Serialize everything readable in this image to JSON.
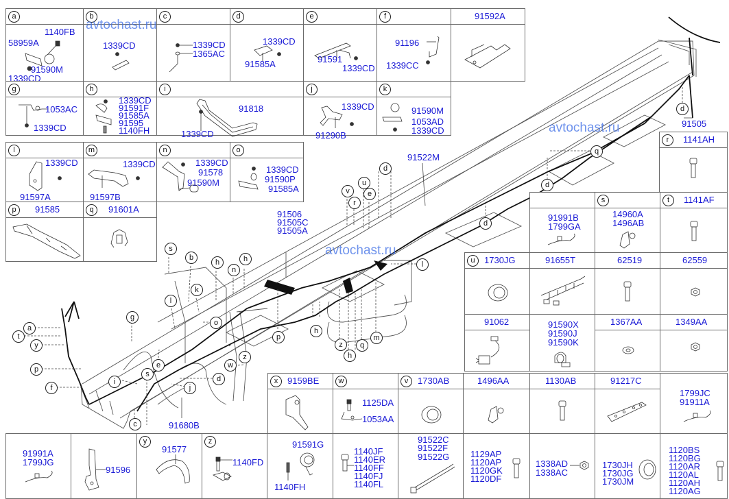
{
  "watermark": "avtochast.ru",
  "colors": {
    "part_number": "#1a1ad6",
    "line": "#222222",
    "border": "#6a6a6a"
  },
  "cells": {
    "a": {
      "letter": "a",
      "parts": [
        "58959A",
        "91590M",
        "1339CD",
        "1140FB"
      ]
    },
    "b": {
      "letter": "b",
      "parts": [
        "1339CD"
      ]
    },
    "c": {
      "letter": "c",
      "parts": [
        "1339CD",
        "1365AC"
      ]
    },
    "d": {
      "letter": "d",
      "parts": [
        "1339CD",
        "91585A"
      ]
    },
    "e": {
      "letter": "e",
      "parts": [
        "91591",
        "1339CD"
      ]
    },
    "f": {
      "letter": "f",
      "parts": [
        "91196",
        "1339CC"
      ]
    },
    "f2": {
      "title": "91592A"
    },
    "g": {
      "letter": "g",
      "parts": [
        "1053AC",
        "1339CD"
      ]
    },
    "h": {
      "letter": "h",
      "parts": [
        "1339CD",
        "91591F",
        "91585A",
        "91595",
        "1140FH"
      ]
    },
    "i": {
      "letter": "i",
      "parts": [
        "91818",
        "1339CD"
      ]
    },
    "j": {
      "letter": "j",
      "parts": [
        "1339CD",
        "91290B"
      ]
    },
    "k": {
      "letter": "k",
      "parts": [
        "91590M",
        "1053AD",
        "1339CD"
      ]
    },
    "l": {
      "letter": "l",
      "parts": [
        "1339CD",
        "91597A"
      ]
    },
    "m": {
      "letter": "m",
      "parts": [
        "1339CD",
        "91597B"
      ]
    },
    "n": {
      "letter": "n",
      "parts": [
        "1339CD",
        "91578",
        "91590M"
      ]
    },
    "o": {
      "letter": "o",
      "parts": [
        "1339CD",
        "91590P",
        "91585A"
      ]
    },
    "p": {
      "letter": "p",
      "title": "91585"
    },
    "q": {
      "letter": "q",
      "title": "91601A"
    },
    "r": {
      "letter": "r",
      "title": "1141AH"
    },
    "s0": {
      "parts": [
        "91991B",
        "1799GA"
      ]
    },
    "s": {
      "letter": "s",
      "parts": [
        "14960A",
        "1496AB"
      ]
    },
    "t": {
      "letter": "t",
      "title": "1141AF"
    },
    "u": {
      "letter": "u",
      "title": "1730JG"
    },
    "u2": {
      "title": "91655T"
    },
    "u3": {
      "title": "62519"
    },
    "u4": {
      "title": "62559"
    },
    "r2a": {
      "title": "91062"
    },
    "r2b": {
      "parts": [
        "91590X",
        "91590J",
        "91590K"
      ]
    },
    "r2c": {
      "title": "1367AA"
    },
    "r2d": {
      "title": "1349AA"
    },
    "x": {
      "letter": "x",
      "title": "9159BE"
    },
    "w": {
      "letter": "w",
      "parts": [
        "1125DA",
        "1053AA"
      ]
    },
    "v": {
      "letter": "v",
      "title": "1730AB"
    },
    "v2": {
      "title": "1496AA"
    },
    "v3": {
      "title": "1130AB"
    },
    "v4": {
      "title": "91217C"
    },
    "v5": {
      "parts": [
        "1799JC",
        "91911A"
      ]
    },
    "b1": {
      "parts": [
        "91991A",
        "1799JG"
      ]
    },
    "b2": {
      "parts": [
        "91596"
      ]
    },
    "y": {
      "letter": "y",
      "parts": [
        "91577"
      ]
    },
    "z": {
      "letter": "z",
      "parts": [
        "1140FD"
      ]
    },
    "b5": {
      "parts": [
        "91591G",
        "1140FH"
      ]
    },
    "b6": {
      "parts": [
        "1140JF",
        "1140ER",
        "1140FF",
        "1140FJ",
        "1140FL"
      ]
    },
    "b7": {
      "parts": [
        "91522C",
        "91522F",
        "91522G"
      ]
    },
    "b8": {
      "parts": [
        "1129AP",
        "1120AP",
        "1120GK",
        "1120DF"
      ]
    },
    "b9": {
      "parts": [
        "1338AD",
        "1338AC"
      ]
    },
    "b10": {
      "parts": [
        "1730JH",
        "1730JG",
        "1730JM"
      ]
    },
    "b11": {
      "parts": [
        "1120BS",
        "1120BG",
        "1120AR",
        "1120AL",
        "1120AH",
        "1120AG"
      ]
    }
  },
  "main": {
    "labels": {
      "harness_main": [
        "91506",
        "91505C",
        "91505A"
      ],
      "harness_rear": "91505",
      "harness_mid": "91522M",
      "harness_front": "91680B"
    },
    "callouts": [
      "a",
      "t",
      "y",
      "p",
      "f",
      "g",
      "s",
      "b",
      "h",
      "h",
      "n",
      "k",
      "l",
      "o",
      "z",
      "w",
      "e",
      "d",
      "i",
      "s",
      "j",
      "c",
      "v",
      "r",
      "u",
      "e",
      "d",
      "l",
      "m",
      "q",
      "z",
      "h",
      "h",
      "p",
      "d",
      "q",
      "d",
      "d"
    ]
  }
}
